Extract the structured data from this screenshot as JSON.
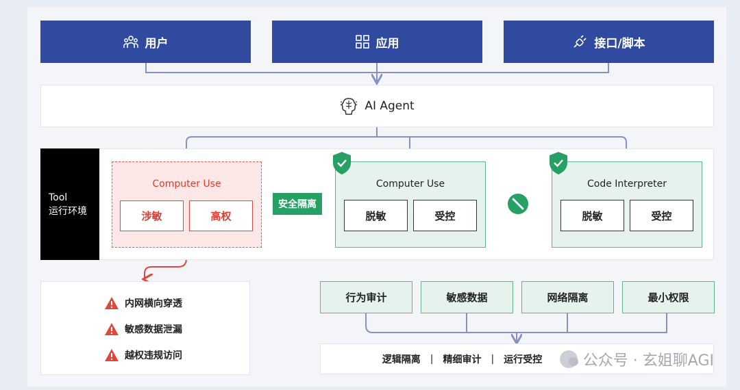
{
  "top": {
    "users": "用户",
    "apps": "应用",
    "api": "接口/脚本"
  },
  "agent": {
    "label": "AI Agent"
  },
  "tool_env": {
    "line1": "Tool",
    "line2": "运行环境"
  },
  "unsafe": {
    "title": "Computer Use",
    "items": [
      "涉敏",
      "高权"
    ]
  },
  "isolation_tag": "安全隔离",
  "safe_cu": {
    "title": "Computer Use",
    "items": [
      "脱敏",
      "受控"
    ]
  },
  "code_interp": {
    "title": "Code Interpreter",
    "items": [
      "脱敏",
      "受控"
    ]
  },
  "risks": [
    "内网横向穿透",
    "敏感数据泄漏",
    "越权违规访问"
  ],
  "controls": [
    "行为审计",
    "敏感数据",
    "网络隔离",
    "最小权限"
  ],
  "summary": {
    "items": [
      "逻辑隔离",
      "精细审计",
      "运行受控"
    ],
    "separator": "|"
  },
  "watermark": "公众号 · 玄姐聊AGI",
  "colors": {
    "brand_blue": "#2f4a9f",
    "danger_red": "#de3b2f",
    "safe_green": "#27a065",
    "line_blue": "#8590c8"
  }
}
